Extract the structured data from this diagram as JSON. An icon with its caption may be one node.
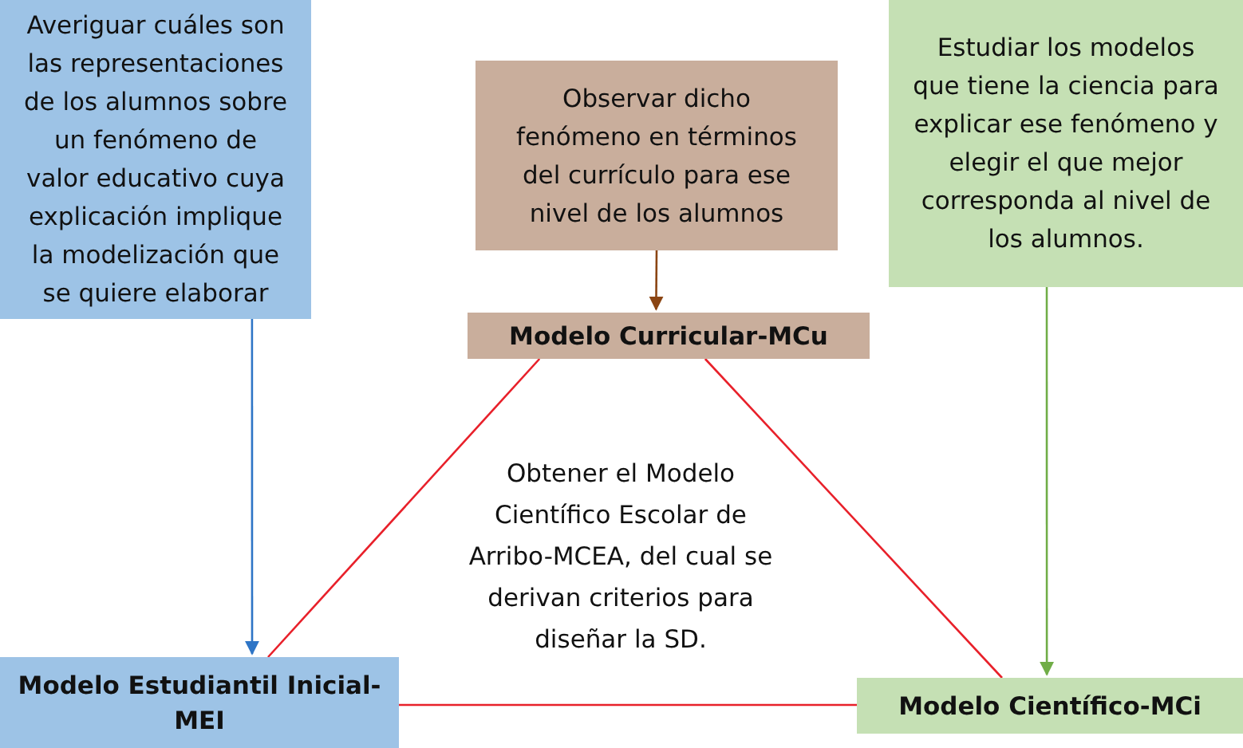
{
  "diagram": {
    "nodes": [
      {
        "text": [
          "Averiguar cuáles son las representaciones de los alumnos sobre un fenómeno de valor educativo cuya explicación implique la modelización que se quiere elaborar"
        ]
      },
      {
        "text": [
          "Observar dicho fenómeno en términos del currículo para ese nivel de los alumnos"
        ]
      },
      {
        "text": [
          "Estudiar los modelos que tiene la ciencia para explicar ese fenómeno y elegir el que mejor corresponda al nivel de los alumnos."
        ]
      },
      {
        "text": [
          "Modelo Curricular-MCu"
        ]
      },
      {
        "text": [
          "Modelo Estudiantil Inicial-MEI"
        ]
      },
      {
        "text": [
          "Modelo Científico-MCi"
        ]
      }
    ],
    "edges": [
      {
        "from": 0,
        "to": 4,
        "arrow": "to",
        "color": "#2e75c6"
      },
      {
        "from": 1,
        "to": 3,
        "arrow": "to",
        "color": "#8b4513"
      },
      {
        "from": 2,
        "to": 5,
        "arrow": "to",
        "color": "#70ad47"
      },
      {
        "from": 3,
        "to": 4,
        "arrow": "none",
        "color": "#e8202a"
      },
      {
        "from": 3,
        "to": 5,
        "arrow": "none",
        "color": "#e8202a"
      },
      {
        "from": 4,
        "to": 5,
        "arrow": "none",
        "color": "#e8202a"
      }
    ],
    "labels": [
      "Obtener el Modelo Científico Escolar de Arribo-MCEA, del cual se derivan criterios para diseñar la SD."
    ]
  }
}
